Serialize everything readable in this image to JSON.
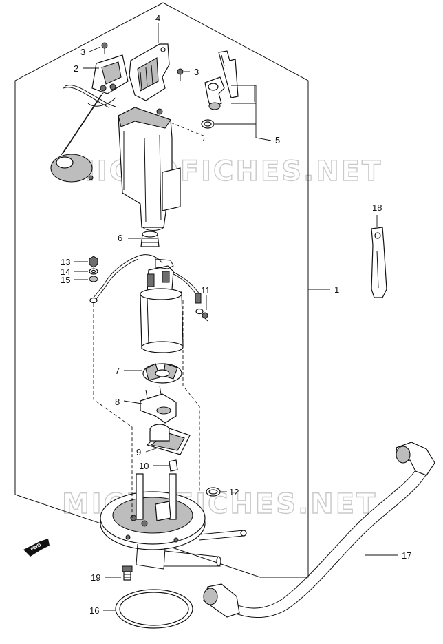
{
  "watermark": "MICROFICHES.NET",
  "fwd_label": "FWD",
  "callouts": {
    "c1": "1",
    "c2": "2",
    "c3a": "3",
    "c3b": "3",
    "c4": "4",
    "c5": "5",
    "c6": "6",
    "c7": "7",
    "c8": "8",
    "c9": "9",
    "c10": "10",
    "c11": "11",
    "c12": "12",
    "c13": "13",
    "c14": "14",
    "c15": "15",
    "c16": "16",
    "c17": "17",
    "c18": "18",
    "c19": "19"
  }
}
